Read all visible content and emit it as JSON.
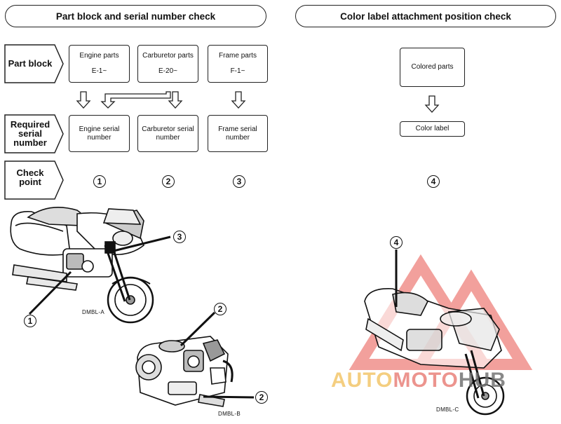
{
  "headers": {
    "left": "Part block and serial number check",
    "right": "Color label attachment position check"
  },
  "row_labels": {
    "part_block": "Part block",
    "required": [
      "Required",
      "serial",
      "number"
    ],
    "check": [
      "Check",
      "point"
    ]
  },
  "part_blocks": [
    {
      "name": "Engine parts",
      "code": "E-1~"
    },
    {
      "name": "Carburetor parts",
      "code": "E-20~"
    },
    {
      "name": "Frame parts",
      "code": "F-1~"
    }
  ],
  "serials": [
    [
      "Engine serial",
      "number"
    ],
    [
      "Carburetor serial",
      "number"
    ],
    [
      "Frame serial",
      "number"
    ]
  ],
  "check_points": [
    "1",
    "2",
    "3",
    "4"
  ],
  "color_flow": {
    "parts": "Colored parts",
    "label": "Color label"
  },
  "figures": {
    "a": "DMBL-A",
    "b": "DMBL-B",
    "c": "DMBL-C"
  },
  "callouts": {
    "a_frame": "3",
    "a_engine": "1",
    "b_top": "2",
    "b_bottom": "2",
    "c_label": "4"
  },
  "watermark": {
    "part1": "AUTO",
    "part2": "MOTO",
    "part3": "HUB"
  },
  "colors": {
    "watermark_red": "#e8544c",
    "watermark_yellow": "#f3c66b"
  }
}
